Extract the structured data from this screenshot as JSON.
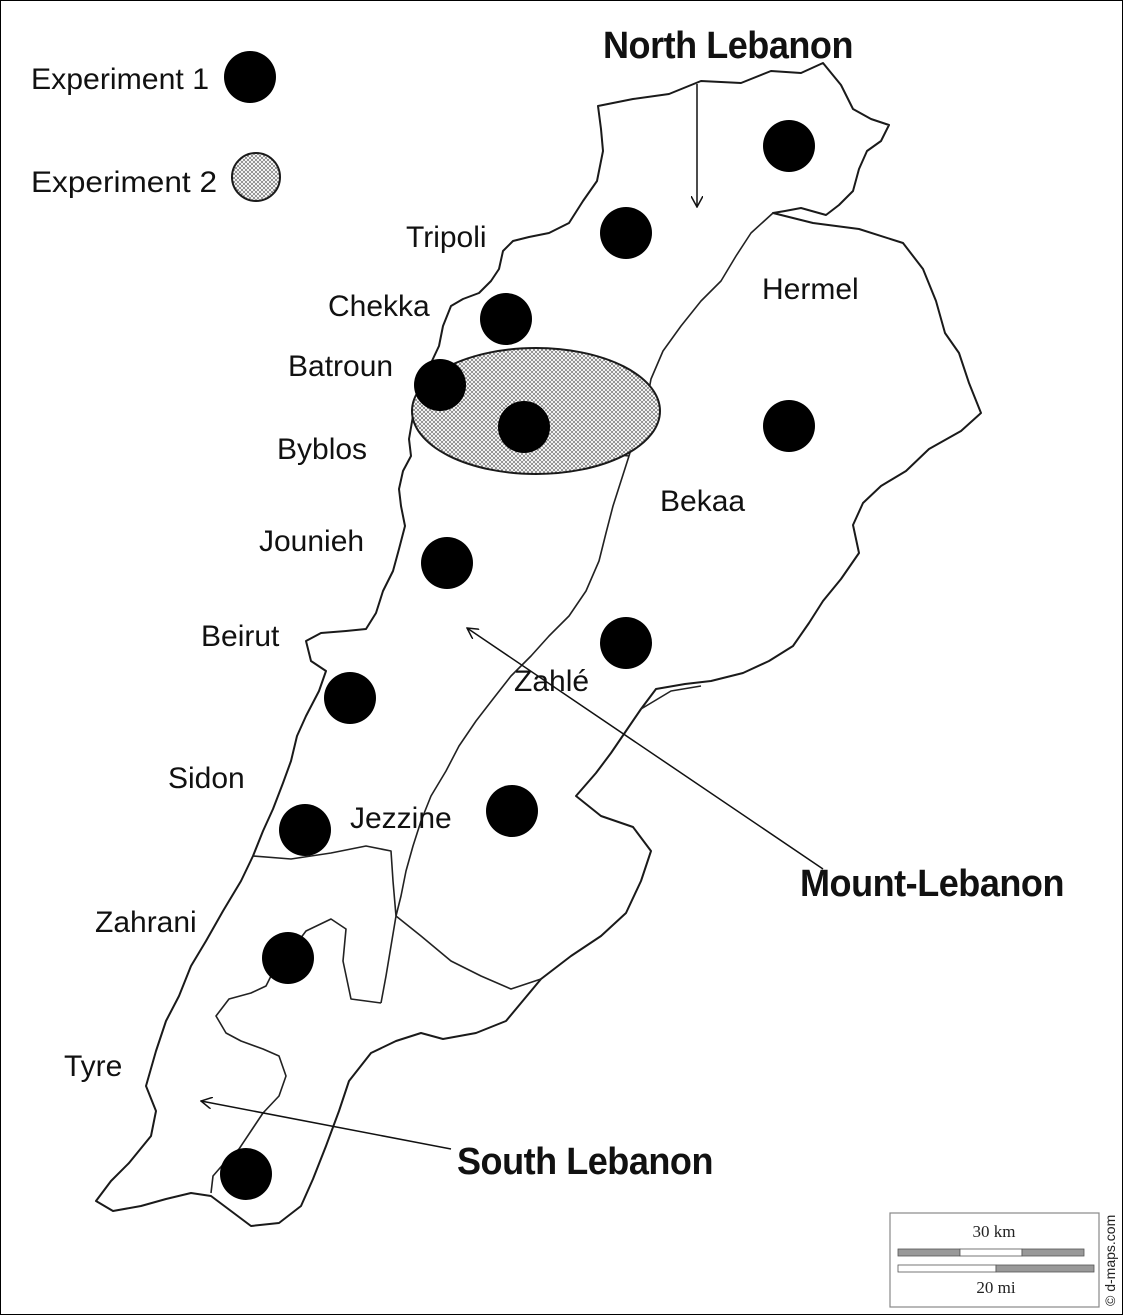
{
  "colors": {
    "experiment_1": "#000000",
    "experiment_2_fill": "#d9d9d9",
    "outline": "#1a1a1a"
  },
  "legend": {
    "experiment_1": "Experiment 1",
    "experiment_2": "Experiment  2"
  },
  "regions": {
    "north": "North Lebanon",
    "mount": "Mount-Lebanon",
    "south": "South Lebanon"
  },
  "cities": {
    "tripoli": "Tripoli",
    "chekka": "Chekka",
    "batroun": "Batroun",
    "byblos": "Byblos",
    "jounieh": "Jounieh",
    "beirut": "Beirut",
    "sidon": "Sidon",
    "zahrani": "Zahrani",
    "tyre": "Tyre",
    "hermel": "Hermel",
    "bekaa": "Bekaa",
    "zahle": "Zahlé",
    "jezzine": "Jezzine"
  },
  "scale_bar": {
    "km": "30 km",
    "mi": "20 mi"
  },
  "credit": "© d-maps.com"
}
